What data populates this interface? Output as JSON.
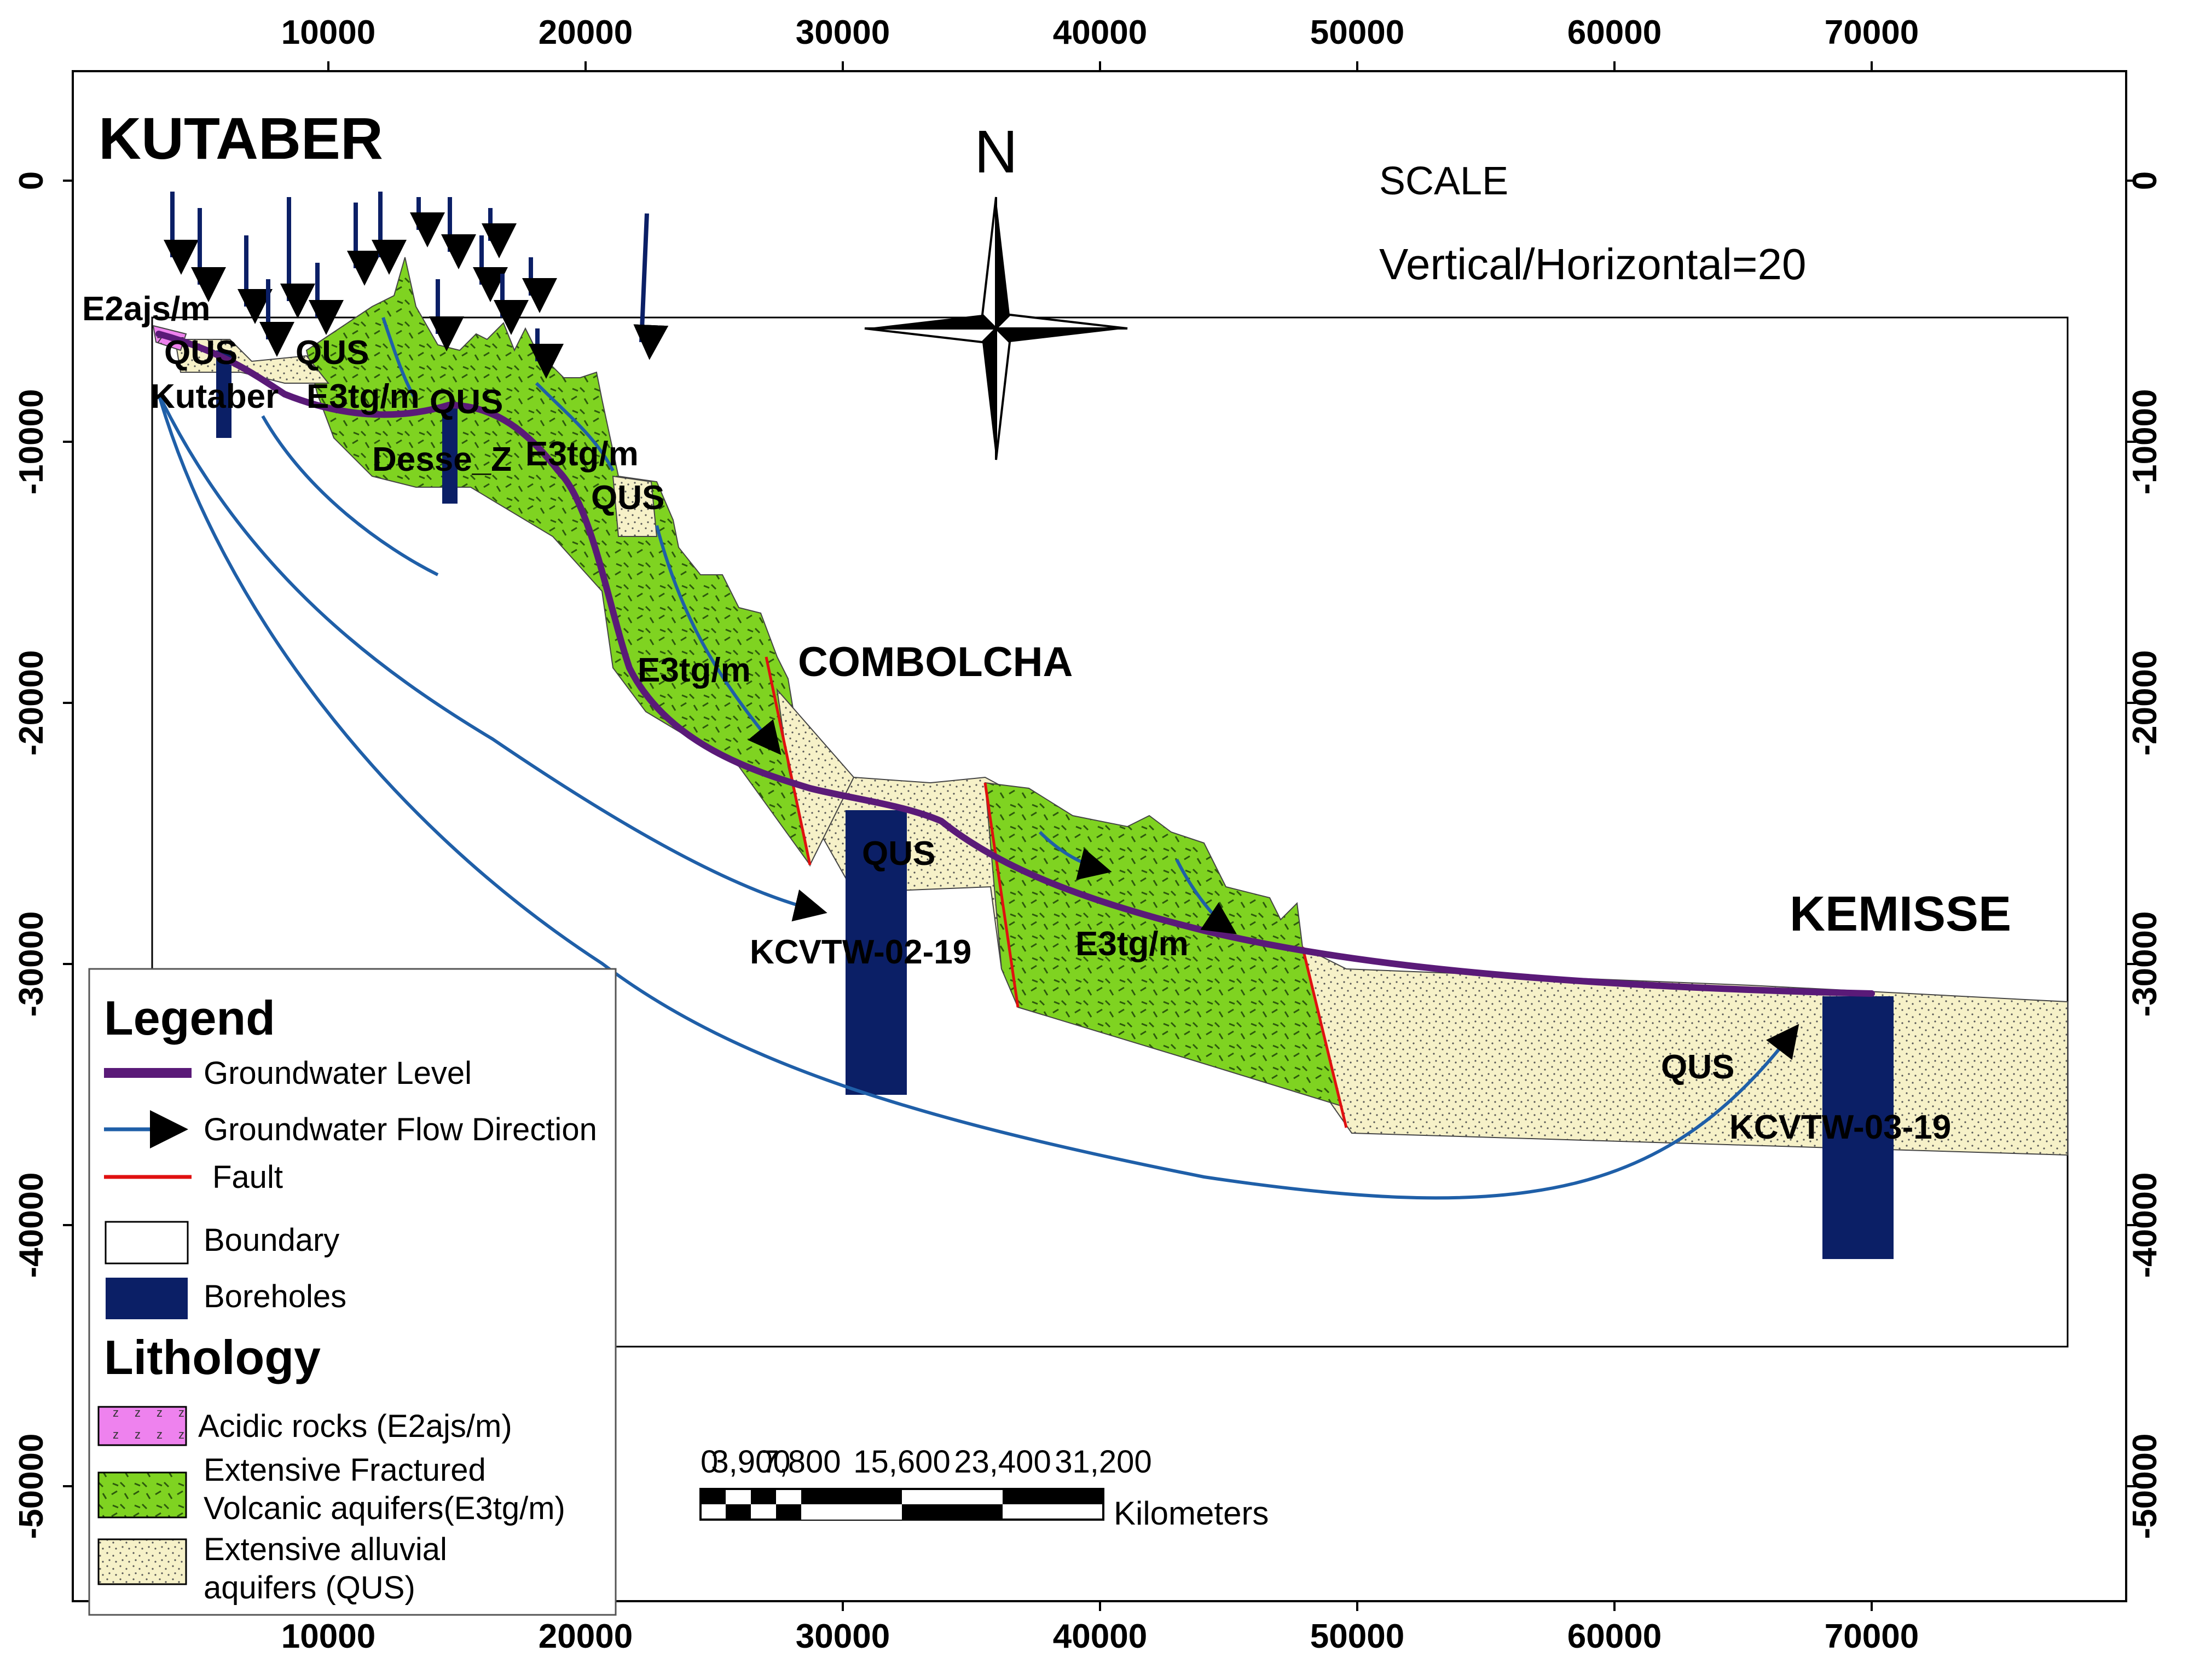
{
  "places": {
    "kutaber": "KUTABER",
    "combolcha": "COMBOLCHA",
    "kemisse": "KEMISSE"
  },
  "north_label": "N",
  "scale": {
    "title": "SCALE",
    "ratio": "Vertical/Horizontal=20"
  },
  "scale_bar": {
    "ticks": [
      "0",
      "3,900",
      "7,800",
      "15,600",
      "23,400",
      "31,200"
    ],
    "unit": "Kilometers"
  },
  "axes": {
    "x_ticks": [
      "10000",
      "20000",
      "30000",
      "40000",
      "50000",
      "60000",
      "70000"
    ],
    "y_ticks": [
      "0",
      "-10000",
      "-20000",
      "-30000",
      "-40000",
      "-50000"
    ]
  },
  "section_labels": {
    "e2ajs": "E2ajs/m",
    "qus_1": "QUS",
    "qus_2": "QUS",
    "kutaber_well": "Kutaber",
    "e3tg_1": "E3tg/m",
    "qus_3": "QUS",
    "desse": "Desse_Z",
    "e3tg_2": "E3tg/m",
    "qus_4": "QUS",
    "e3tg_3": "E3tg/m",
    "qus_5": "QUS",
    "well_2": "KCVTW-02-19",
    "e3tg_4": "E3tg/m",
    "qus_6": "QUS",
    "well_3": "KCVTW-03-19"
  },
  "legend": {
    "title": "Legend",
    "items": [
      {
        "label": "Groundwater Level",
        "color": "#5a1a78"
      },
      {
        "label": "Groundwater Flow Direction",
        "color": "#1f5fa8"
      },
      {
        "label": "Fault",
        "color": "#e01010"
      },
      {
        "label": "Boundary",
        "color": "#ffffff"
      },
      {
        "label": "Boreholes",
        "color": "#0b1f66"
      }
    ],
    "lithology_title": "Lithology",
    "lithology": [
      {
        "label": "Acidic rocks (E2ajs/m)",
        "color": "#ee82ee"
      },
      {
        "label": "Extensive Fractured",
        "label2": "Volcanic aquifers(E3tg/m)",
        "color": "#7fd321"
      },
      {
        "label": "Extensive alluvial",
        "label2": "aquifers (QUS)",
        "color": "#f6f1c8"
      }
    ]
  },
  "colors": {
    "volcanic": "#7fd321",
    "alluvial": "#f6f1c8",
    "groundwater_level": "#5a1a78",
    "flow": "#1f5fa8",
    "borehole": "#0b1f66",
    "fault": "#e01010"
  }
}
